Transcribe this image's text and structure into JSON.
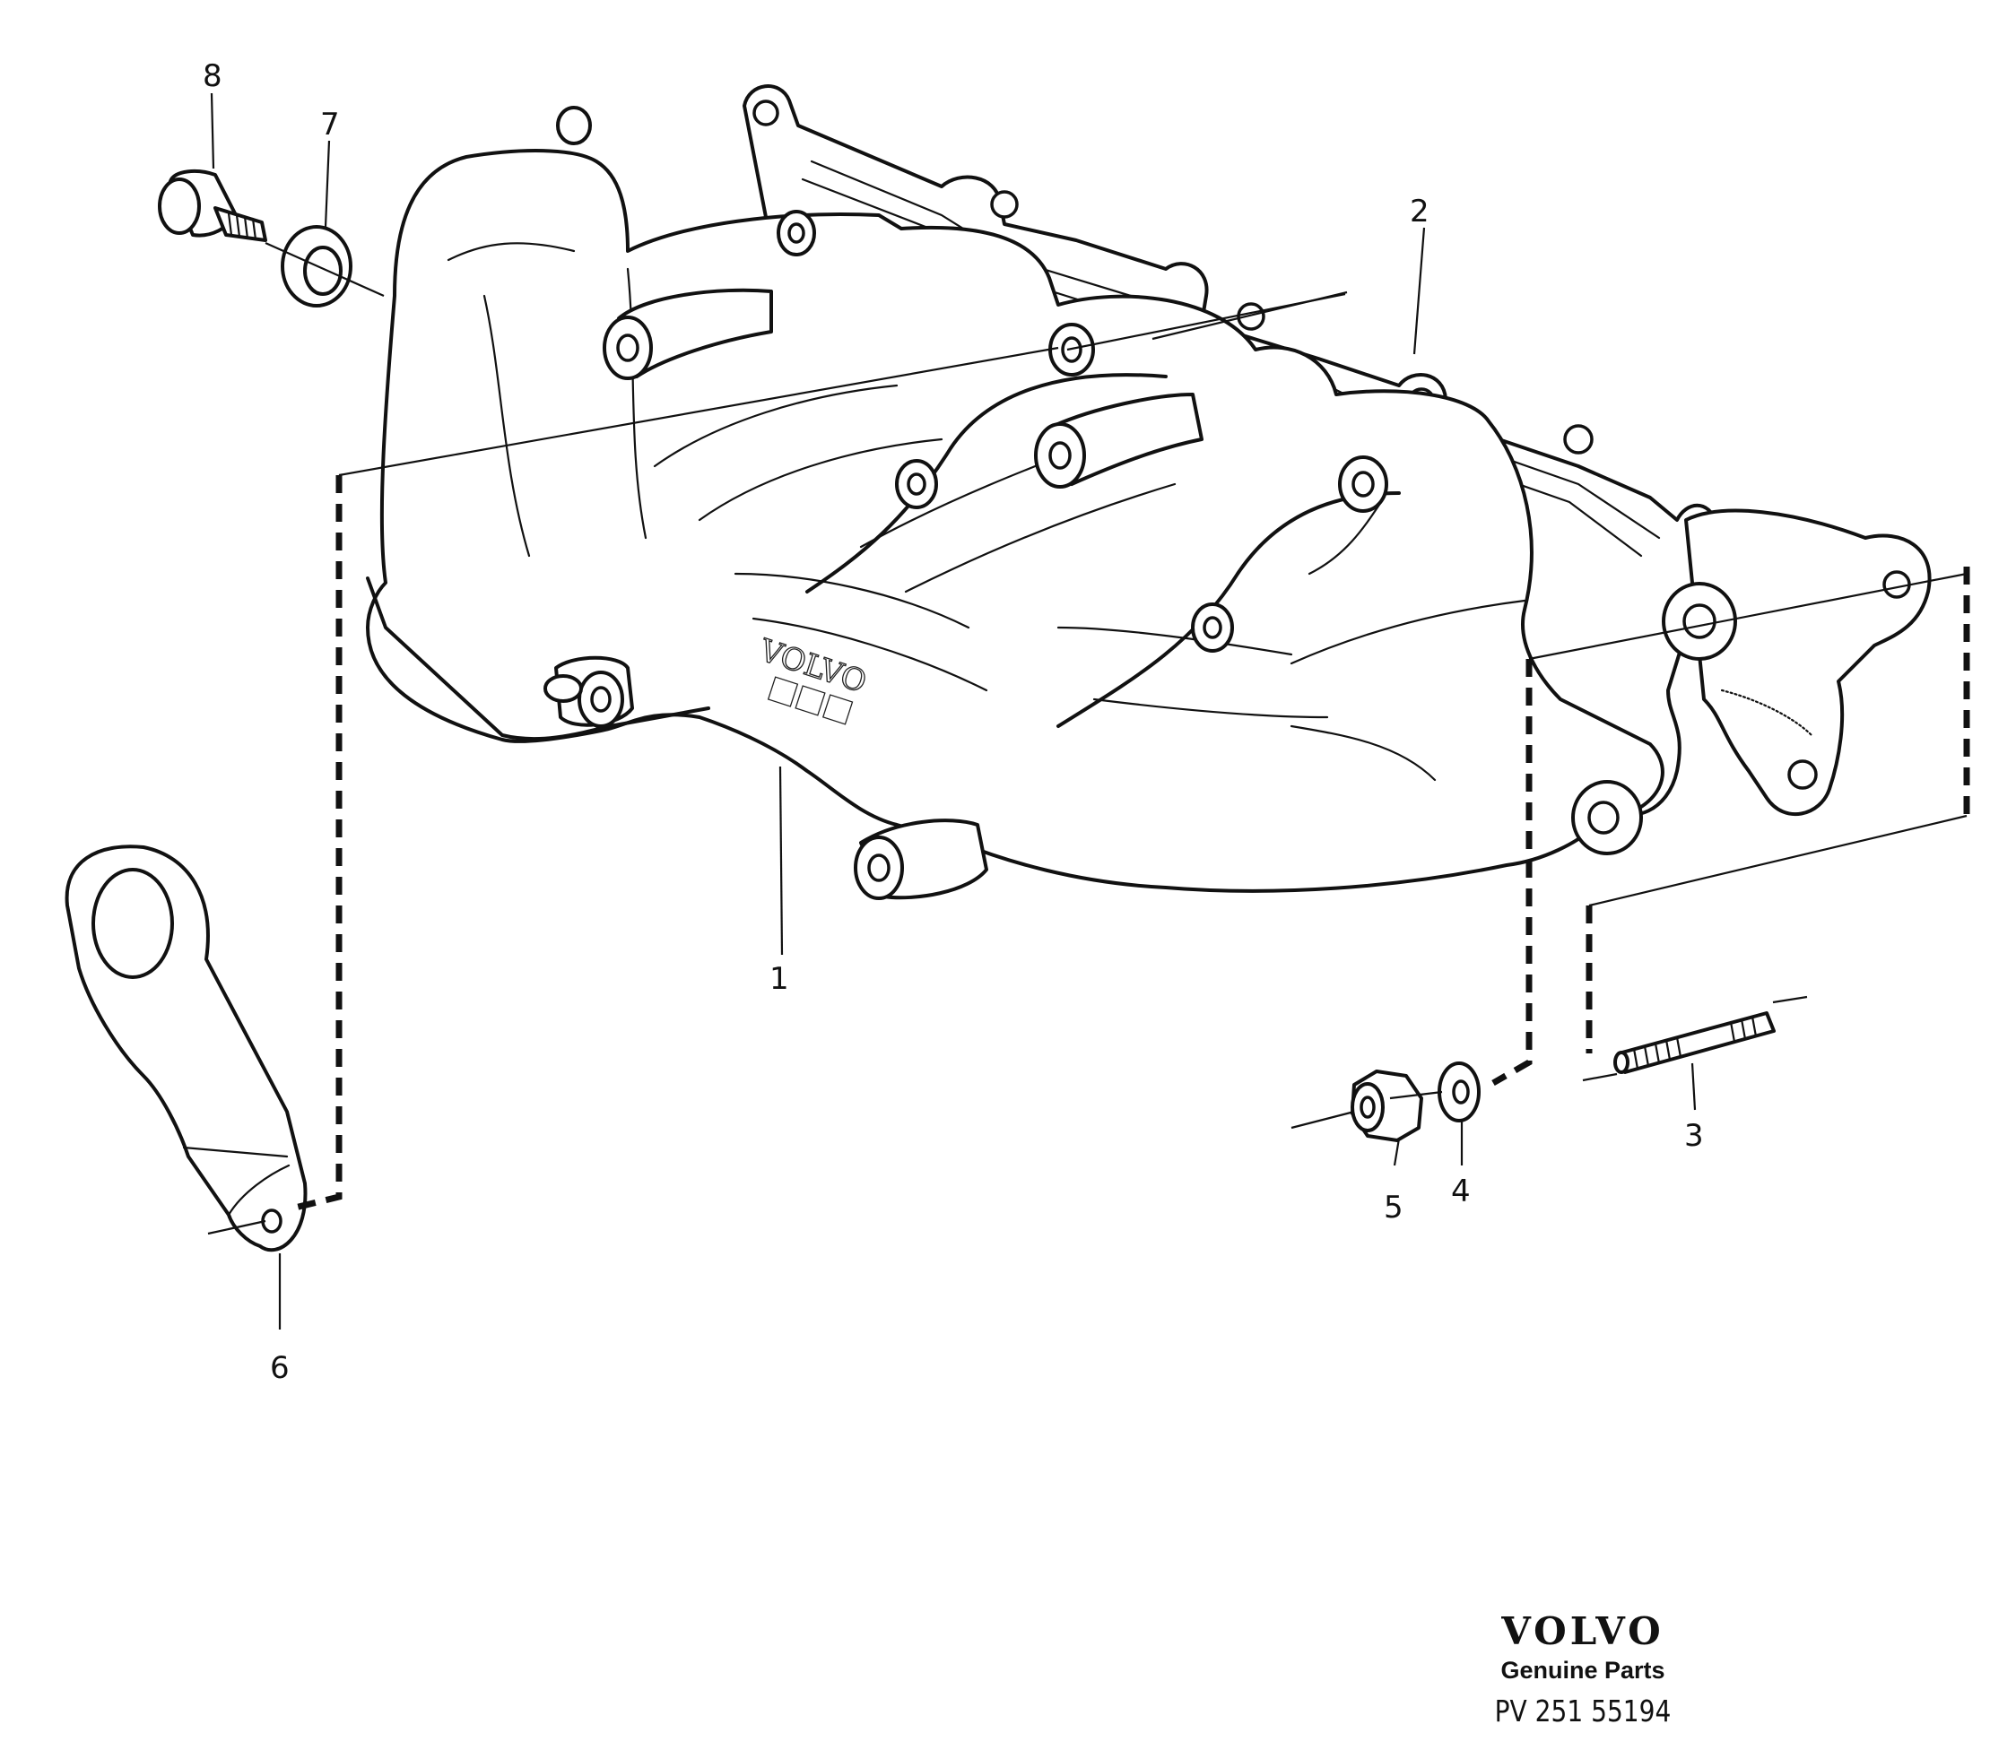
{
  "parts": [
    {
      "number": "1",
      "name": "exhaust-manifold"
    },
    {
      "number": "2",
      "name": "manifold-gasket"
    },
    {
      "number": "3",
      "name": "stud"
    },
    {
      "number": "4",
      "name": "washer"
    },
    {
      "number": "5",
      "name": "nut"
    },
    {
      "number": "6",
      "name": "lifting-eye"
    },
    {
      "number": "7",
      "name": "sealing-washer"
    },
    {
      "number": "8",
      "name": "plug"
    }
  ],
  "casting_mark": "VOLVO",
  "footer": {
    "brand": "VOLVO",
    "subtitle": "Genuine Parts",
    "code": "PV 251 55194"
  }
}
